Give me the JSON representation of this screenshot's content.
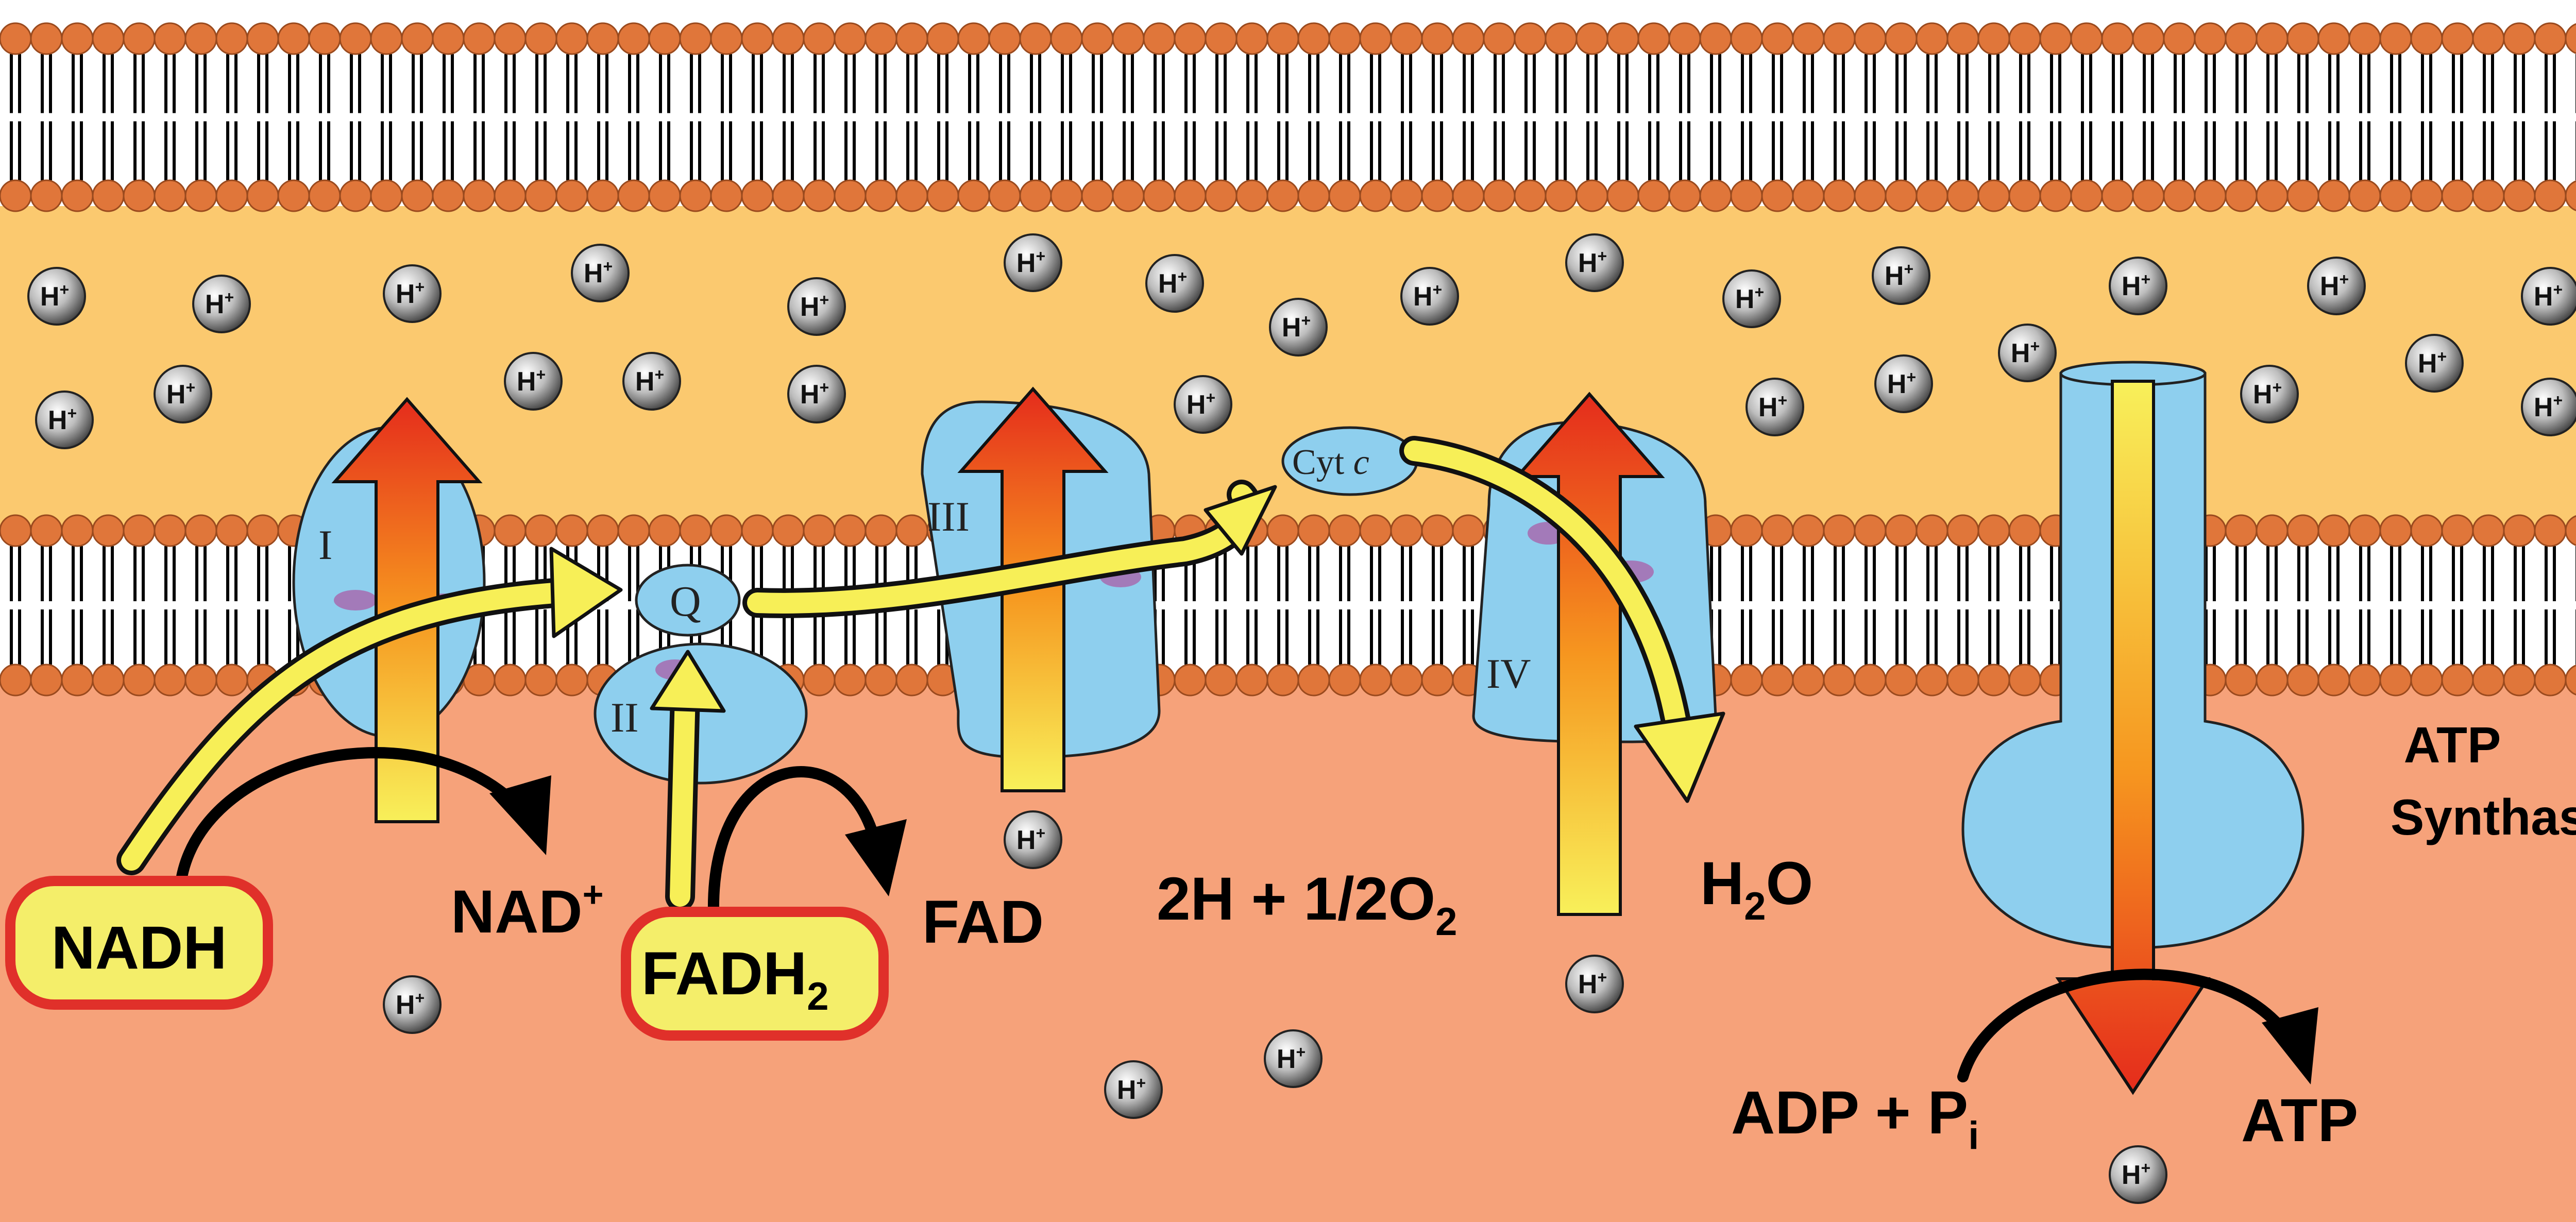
{
  "complexes": {
    "c1": "I",
    "c2": "II",
    "c3": "III",
    "c4": "IV",
    "q": "Q",
    "cytc": "Cyt",
    "cytc_sub": "c"
  },
  "labels": {
    "nadh": "NADH",
    "nad": "NAD",
    "nad_sup": "+",
    "fadh2": "FADH",
    "fadh2_sub": "2",
    "fad": "FAD",
    "oxygen_a": "2H + 1/2O",
    "oxygen_sub": "2",
    "water_a": "H",
    "water_sub": "2",
    "water_b": "O",
    "atp_synthase_1": "ATP",
    "atp_synthase_2": "Synthase",
    "adp": "ADP + P",
    "adp_sub": "i",
    "atp": "ATP"
  },
  "proton": {
    "symbol": "H",
    "charge": "+"
  },
  "colors": {
    "outer_bg": "#ffffff",
    "ims": "#fbc96f",
    "matrix": "#f6a27a",
    "lipid_head": "#e0763a",
    "lipid_tail": "#000000",
    "protein": "#8ecfee",
    "protein_spot": "#a37ab9",
    "arrow_red": "#e8361c",
    "arrow_yellow": "#f7ef57",
    "label_fill": "#f4ee6a",
    "label_border": "#e0302a"
  }
}
